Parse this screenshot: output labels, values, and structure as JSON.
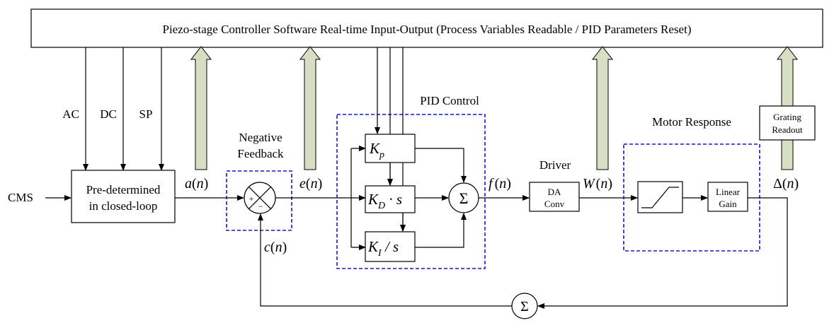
{
  "header": {
    "title": "Piezo-stage Controller Software Real-time Input-Output  (Process Variables Readable / PID Parameters Reset)"
  },
  "inputs": {
    "ac": "AC",
    "dc": "DC",
    "sp": "SP",
    "cms": "CMS"
  },
  "blocks": {
    "predetermined_line1": "Pre-determined",
    "predetermined_line2": "in closed-loop",
    "negative_feedback_line1": "Negative",
    "negative_feedback_line2": "Feedback",
    "pid_control": "PID Control",
    "driver": "Driver",
    "da_line1": "DA",
    "da_line2": "Conv",
    "motor_response": "Motor Response",
    "linear_gain_line1": "Linear",
    "linear_gain_line2": "Gain",
    "grating_line1": "Grating",
    "grating_line2": "Readout",
    "sum_symbol": "Σ",
    "plus_sign": "+",
    "minus_sign": "−"
  },
  "pid_terms": {
    "kp_main": "K",
    "kp_sub": "p",
    "kd_main": "K",
    "kd_sub": "D",
    "kd_rest": " · s",
    "ki_main": "K",
    "ki_sub": "I",
    "ki_rest": " / s"
  },
  "signals": {
    "a_main": "a",
    "e_main": "e",
    "f_main": "f",
    "w_main": "W",
    "c_main": "c",
    "delta_symbol": "Δ",
    "index": "(n)",
    "index_var": "n",
    "paren_open": "(",
    "paren_close": ")"
  }
}
